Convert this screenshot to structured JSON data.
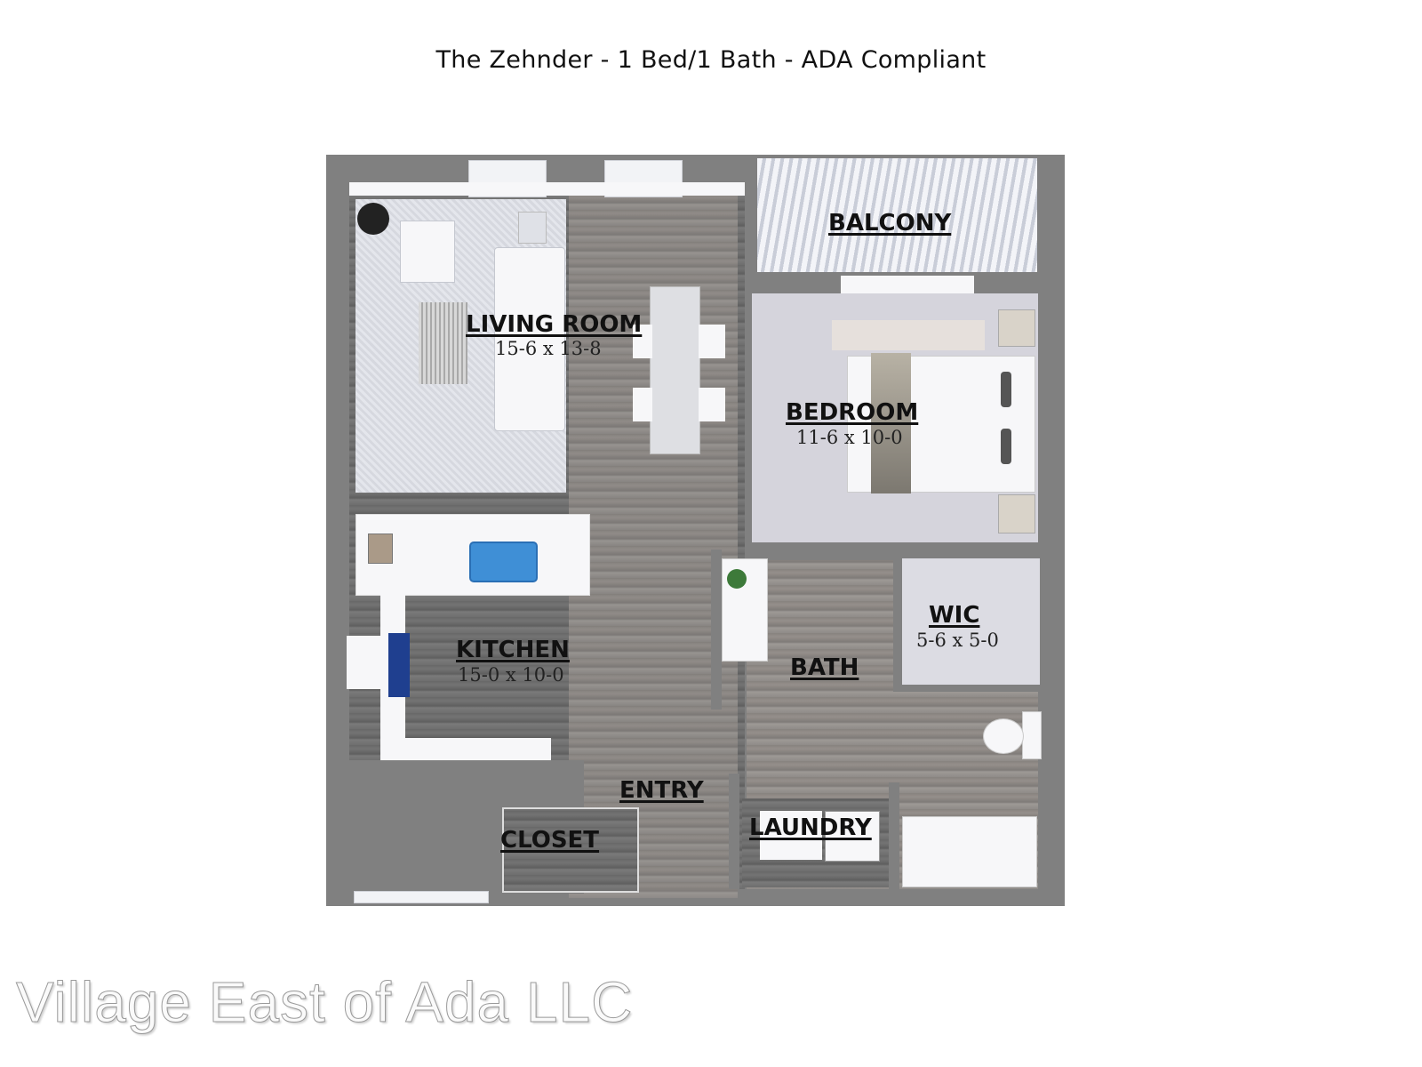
{
  "title": "The Zehnder - 1 Bed/1 Bath - ADA Compliant",
  "rooms": {
    "living_room": {
      "name": "LIVING ROOM",
      "dimensions": "15-6 x 13-8"
    },
    "balcony": {
      "name": "BALCONY"
    },
    "bedroom": {
      "name": "BEDROOM",
      "dimensions": "11-6 x 10-0"
    },
    "kitchen": {
      "name": "KITCHEN",
      "dimensions": "15-0 x 10-0"
    },
    "wic": {
      "name": "WIC",
      "dimensions": "5-6 x 5-0"
    },
    "bath": {
      "name": "BATH"
    },
    "entry": {
      "name": "ENTRY"
    },
    "laundry": {
      "name": "LAUNDRY"
    },
    "closet": {
      "name": "CLOSET"
    }
  },
  "watermark": "Village East of Ada LLC",
  "colors": {
    "wall": "#808080",
    "floor": "#6e6e6e",
    "sink_accent": "#3f8fd6",
    "fridge_accent": "#1f3f8f"
  }
}
